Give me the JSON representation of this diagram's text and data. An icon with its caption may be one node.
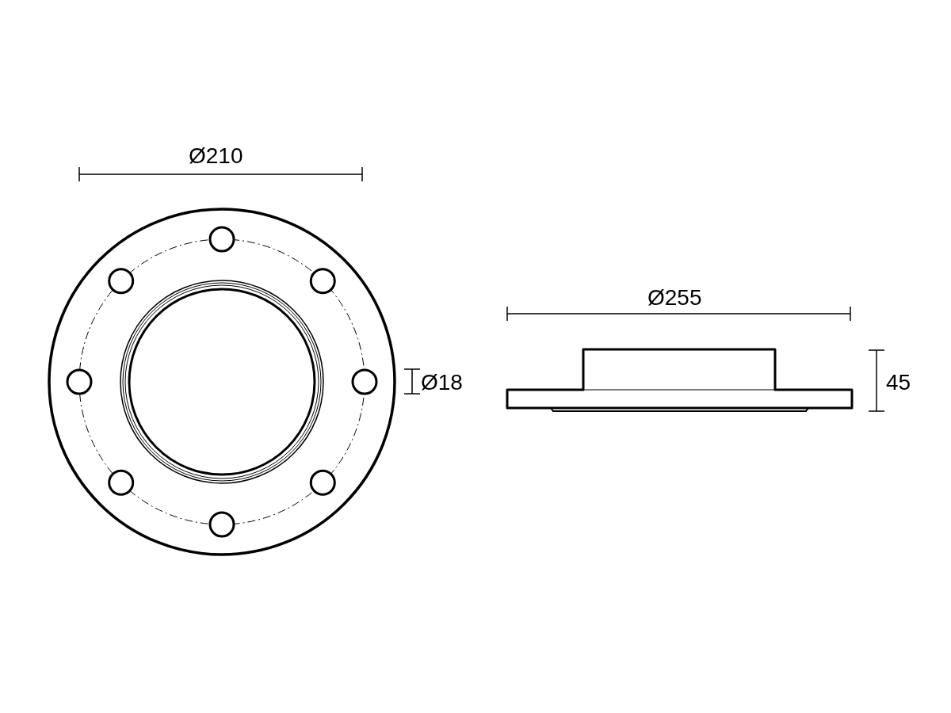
{
  "diagram": {
    "labels": [
      "Ø210",
      "Ø18",
      "Ø255",
      "45"
    ]
  }
}
